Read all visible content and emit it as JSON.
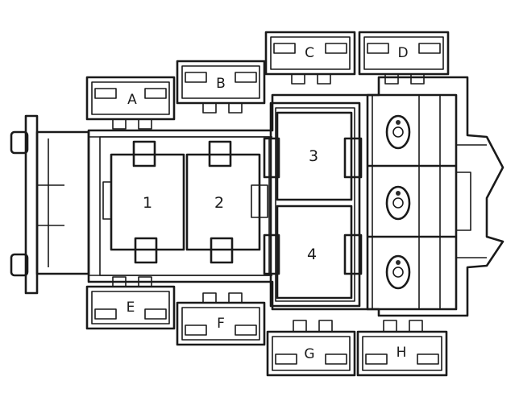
{
  "relays": [
    {
      "id": "A"
    },
    {
      "id": "B"
    },
    {
      "id": "C"
    },
    {
      "id": "D"
    },
    {
      "id": "E"
    },
    {
      "id": "F"
    },
    {
      "id": "G"
    },
    {
      "id": "H"
    }
  ],
  "fuse_slots": [
    {
      "label": "1"
    },
    {
      "label": "2"
    },
    {
      "label": "3"
    },
    {
      "label": "4"
    }
  ]
}
